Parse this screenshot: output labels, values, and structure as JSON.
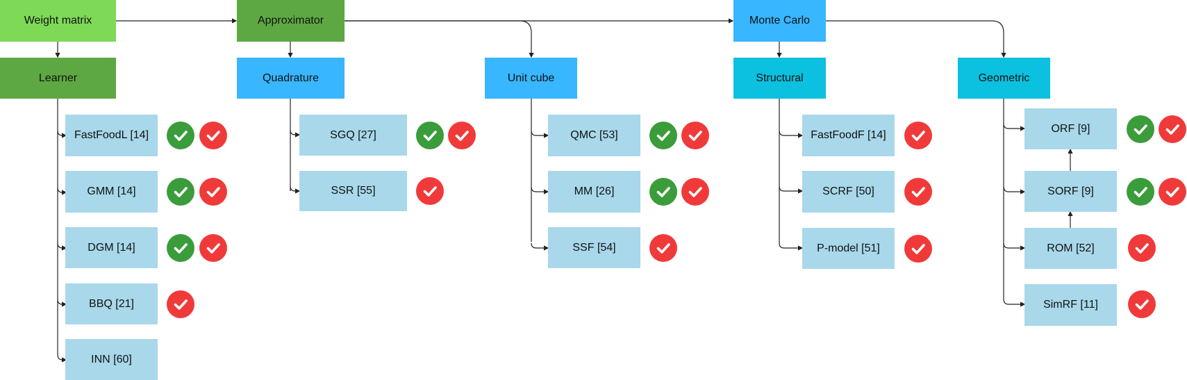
{
  "colors": {
    "root_lime": "#7ed957",
    "root_green": "#5ea843",
    "node_blue": "#38b6ff",
    "node_cyan": "#0cc0df",
    "leaf_blue": "#a8d8ea",
    "check_green": "#3a9c3a",
    "check_red": "#f03a3a"
  },
  "nodes": {
    "weight_matrix": "Weight matrix",
    "approximator": "Approximator",
    "monte_carlo": "Monte Carlo",
    "learner": "Learner",
    "quadrature": "Quadrature",
    "unit_cube": "Unit cube",
    "structural": "Structural",
    "geometric": "Geometric"
  },
  "leaves": {
    "learner": [
      {
        "label": "FastFoodL [14]",
        "marks": [
          "green",
          "red"
        ]
      },
      {
        "label": "GMM [14]",
        "marks": [
          "green",
          "red"
        ]
      },
      {
        "label": "DGM [14]",
        "marks": [
          "green",
          "red"
        ]
      },
      {
        "label": "BBQ [21]",
        "marks": [
          "red"
        ]
      },
      {
        "label": "INN [60]",
        "marks": []
      }
    ],
    "quadrature": [
      {
        "label": "SGQ [27]",
        "marks": [
          "green",
          "red"
        ]
      },
      {
        "label": "SSR [55]",
        "marks": [
          "red"
        ]
      }
    ],
    "unit_cube": [
      {
        "label": "QMC [53]",
        "marks": [
          "green",
          "red"
        ]
      },
      {
        "label": "MM [26]",
        "marks": [
          "green",
          "red"
        ]
      },
      {
        "label": "SSF [54]",
        "marks": [
          "red"
        ]
      }
    ],
    "structural": [
      {
        "label": "FastFoodF [14]",
        "marks": [
          "red"
        ]
      },
      {
        "label": "SCRF [50]",
        "marks": [
          "red"
        ]
      },
      {
        "label": "P-model [51]",
        "marks": [
          "red"
        ]
      }
    ],
    "geometric": [
      {
        "label": "ORF [9]",
        "marks": [
          "green",
          "red"
        ]
      },
      {
        "label": "SORF [9]",
        "marks": [
          "green",
          "red"
        ]
      },
      {
        "label": "ROM [52]",
        "marks": [
          "red"
        ]
      },
      {
        "label": "SimRF [11]",
        "marks": [
          "red"
        ]
      }
    ]
  }
}
